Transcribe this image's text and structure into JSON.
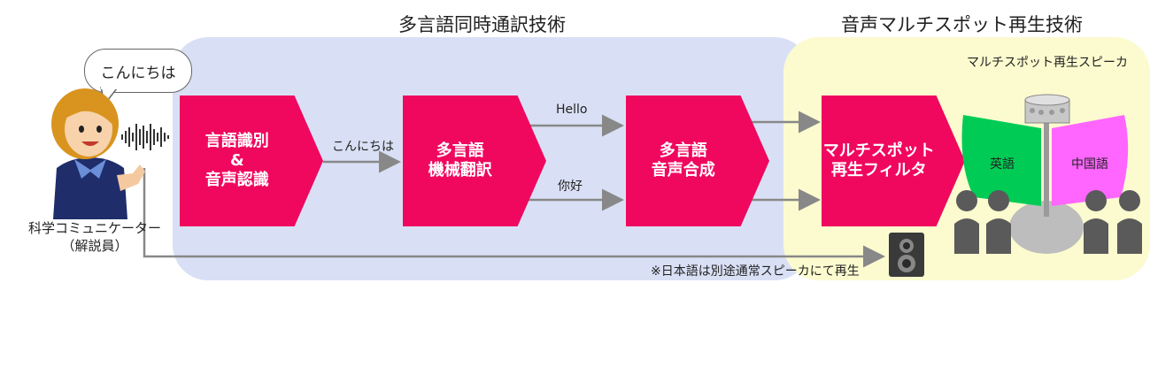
{
  "titles": {
    "translation": "多言語同時通訳技術",
    "multispot": "音声マルチスポット再生技術"
  },
  "speech_bubble": "こんにちは",
  "person_label": "科学コミュニケーター\n（解説員）",
  "steps": {
    "recognition": "言語識別\n&\n音声認識",
    "translation": "多言語\n機械翻訳",
    "synthesis": "多言語\n音声合成",
    "filter": "マルチスポット\n再生フィルタ"
  },
  "flow_labels": {
    "recognized_text": "こんにちは",
    "english_text": "Hello",
    "chinese_text": "你好"
  },
  "speaker": {
    "caption": "マルチスポット再生スピーカ",
    "left_wing": "英語",
    "right_wing": "中国語"
  },
  "note": "※日本語は別途通常スピーカにて再生",
  "colors": {
    "chevron": "#f0085f",
    "translation_region": "#d9e0f5",
    "multispot_region": "#fbfbcf",
    "english_wing": "#00cc55",
    "chinese_wing": "#ff66ff"
  }
}
